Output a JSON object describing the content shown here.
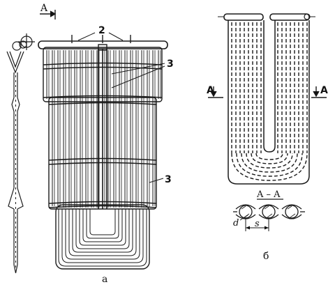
{
  "labels": {
    "section_mark_top": "A",
    "callout_2": "2",
    "callout_3_upper": "3",
    "callout_3_lower": "3",
    "section_mark_left": "A",
    "section_mark_right": "A",
    "section_title": "A – A",
    "dim_d": "d",
    "dim_s": "s",
    "caption_a": "а",
    "caption_b": "б"
  }
}
